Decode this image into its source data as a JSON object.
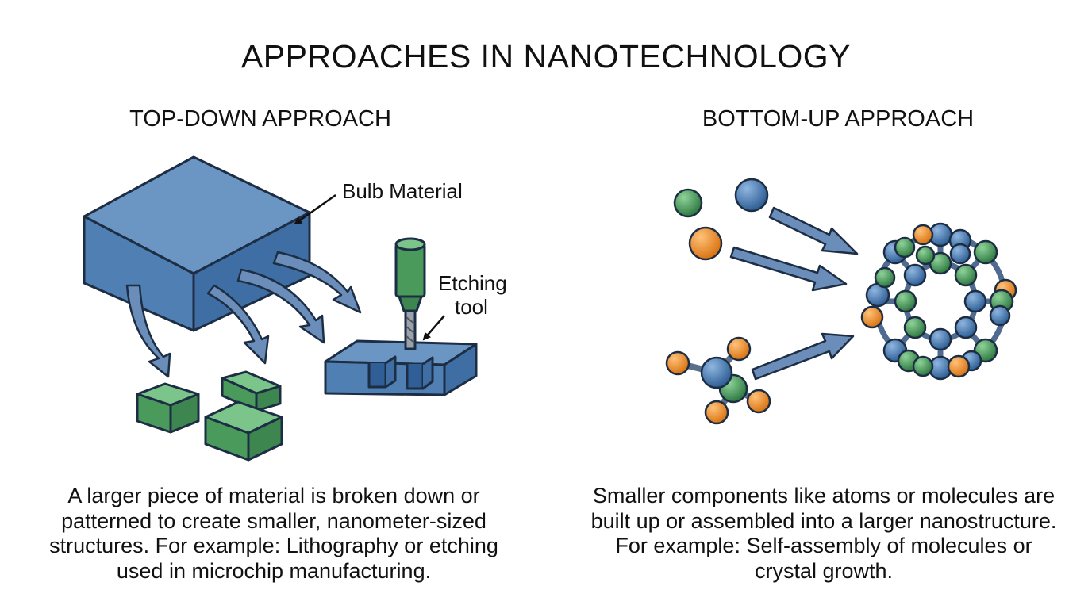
{
  "title": "APPROACHES IN NANOTECHNOLOGY",
  "top_down": {
    "heading": "TOP-DOWN APPROACH",
    "bulk_label": "Bulb Material",
    "tool_label_line1": "Etching",
    "tool_label_line2": "tool",
    "description": "A larger piece of material is broken down or patterned to create smaller, nanometer-sized structures. For example: Lithography or etching used in microchip manufacturing."
  },
  "bottom_up": {
    "heading": "BOTTOM-UP APPROACH",
    "description": "Smaller components like atoms or molecules are built up or assembled into a larger nanostructure. For example: Self-assembly of molecules or crystal growth."
  },
  "colors": {
    "blue": "#4a7fb5",
    "green": "#4a9a5c",
    "orange": "#f0962e",
    "arrow": "#6a8dba"
  }
}
